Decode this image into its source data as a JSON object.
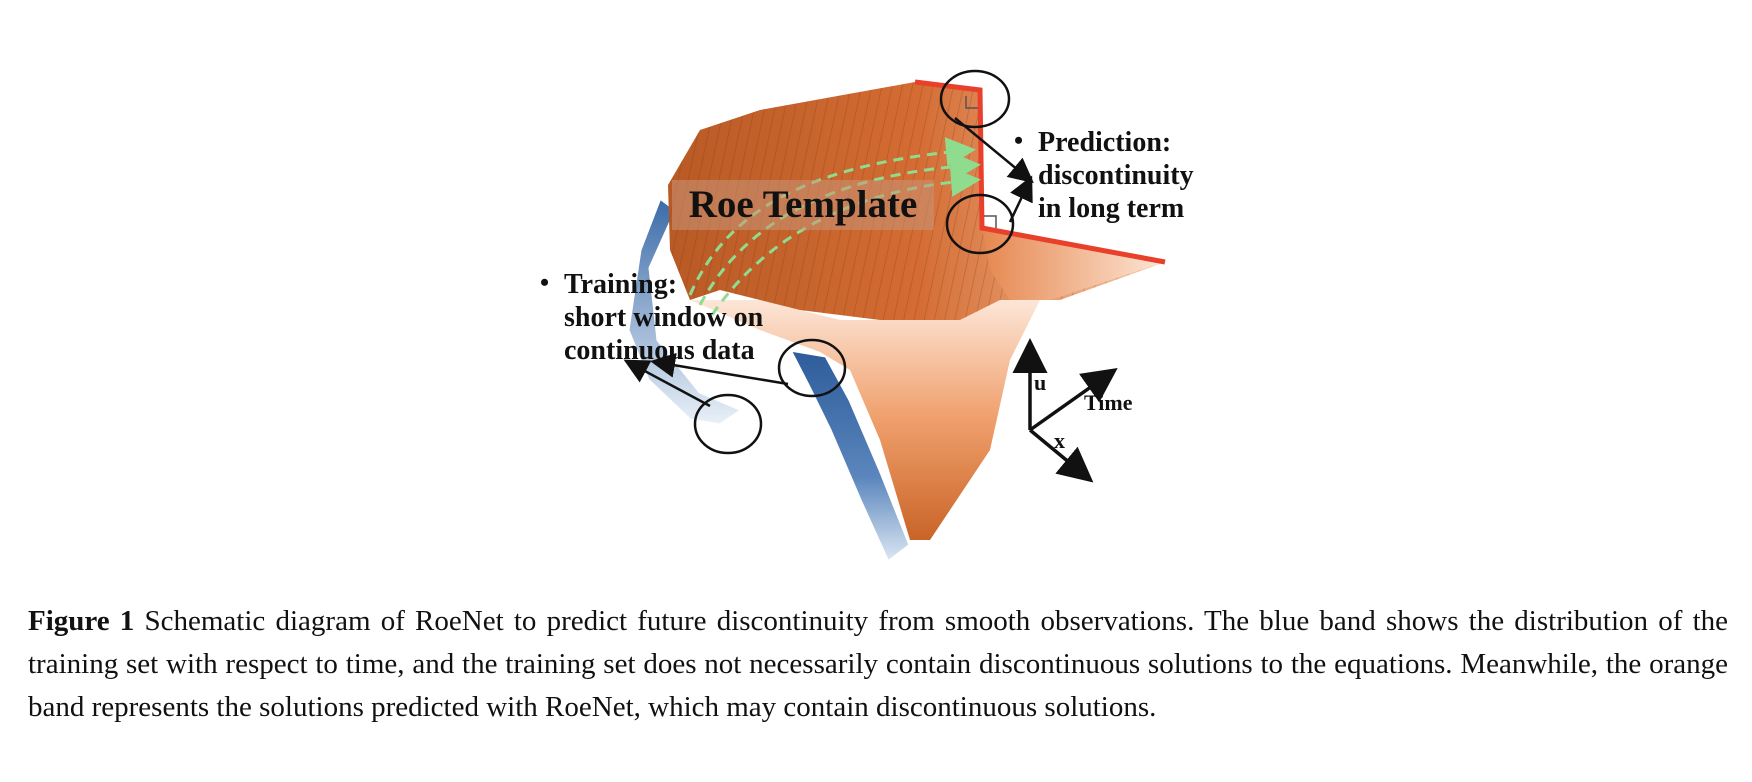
{
  "diagram": {
    "template_label": "Roe Template",
    "prediction": {
      "bullet": "•",
      "lines": [
        "Prediction:",
        "discontinuity",
        "in long term"
      ]
    },
    "training": {
      "bullet": "•",
      "lines": [
        "Training:",
        "short window on",
        "continuous data"
      ]
    },
    "axes": {
      "u": "u",
      "time": "Time",
      "x": "x"
    },
    "colors": {
      "orange_dark": "#a9511f",
      "orange_mid": "#e8874e",
      "orange_light": "#fbe3d4",
      "blue_dark": "#2f5f9e",
      "blue_light": "#e4edf7",
      "red_edge": "#e8402a",
      "green_arrow": "#8fdc8f"
    }
  },
  "caption": {
    "label": "Figure 1",
    "text": " Schematic diagram of RoeNet to predict future discontinuity from smooth observations. The blue band shows the distribution of the training set with respect to time, and the training set does not necessarily contain discontinuous solutions to the equations. Meanwhile, the orange band represents the solutions predicted with RoeNet, which may contain discontinuous solutions."
  }
}
